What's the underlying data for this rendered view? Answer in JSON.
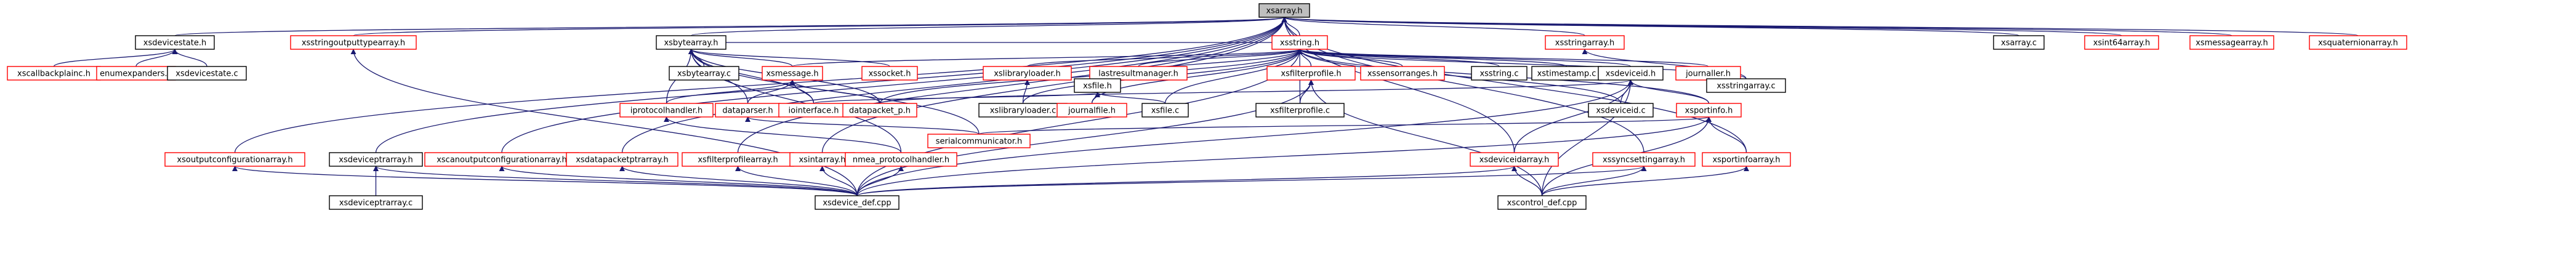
{
  "graph": {
    "nodes": [
      {
        "id": "xsarray_h",
        "label": "xsarray.h",
        "style": "root"
      },
      {
        "id": "xsdevicestate_h",
        "label": "xsdevicestate.h",
        "style": "normal"
      },
      {
        "id": "xsstringoutputtypearray_h",
        "label": "xsstringoutputtypearray.h",
        "style": "missing"
      },
      {
        "id": "xsbytearray_h",
        "label": "xsbytearray.h",
        "style": "normal"
      },
      {
        "id": "xsstring_h",
        "label": "xsstring.h",
        "style": "missing"
      },
      {
        "id": "xsstringarray_h",
        "label": "xsstringarray.h",
        "style": "missing"
      },
      {
        "id": "xsarray_c",
        "label": "xsarray.c",
        "style": "normal"
      },
      {
        "id": "xsint64array_h",
        "label": "xsint64array.h",
        "style": "missing"
      },
      {
        "id": "xsmessagearray_h",
        "label": "xsmessagearray.h",
        "style": "missing"
      },
      {
        "id": "xsquaternionarray_h",
        "label": "xsquaternionarray.h",
        "style": "missing"
      },
      {
        "id": "xscallbackplainc_h",
        "label": "xscallbackplainc.h",
        "style": "missing"
      },
      {
        "id": "enumexpanders_h",
        "label": "enumexpanders.h",
        "style": "missing"
      },
      {
        "id": "xsdevicestate_c",
        "label": "xsdevicestate.c",
        "style": "normal"
      },
      {
        "id": "xsbytearray_c",
        "label": "xsbytearray.c",
        "style": "normal"
      },
      {
        "id": "xsmessage_h",
        "label": "xsmessage.h",
        "style": "missing"
      },
      {
        "id": "xssocket_h",
        "label": "xssocket.h",
        "style": "missing"
      },
      {
        "id": "xslibraryloader_h",
        "label": "xslibraryloader.h",
        "style": "missing"
      },
      {
        "id": "lastresultmanager_h",
        "label": "lastresultmanager.h",
        "style": "missing"
      },
      {
        "id": "xsfile_h",
        "label": "xsfile.h",
        "style": "normal"
      },
      {
        "id": "xsfilterprofile_h",
        "label": "xsfilterprofile.h",
        "style": "missing"
      },
      {
        "id": "xssensorranges_h",
        "label": "xssensorranges.h",
        "style": "missing"
      },
      {
        "id": "xsstring_c",
        "label": "xsstring.c",
        "style": "normal"
      },
      {
        "id": "xstimestamp_c",
        "label": "xstimestamp.c",
        "style": "normal"
      },
      {
        "id": "xsdeviceid_h",
        "label": "xsdeviceid.h",
        "style": "normal"
      },
      {
        "id": "journaller_h",
        "label": "journaller.h",
        "style": "missing"
      },
      {
        "id": "xsstringarray_c",
        "label": "xsstringarray.c",
        "style": "normal"
      },
      {
        "id": "iprotocolhandler_h",
        "label": "iprotocolhandler.h",
        "style": "missing"
      },
      {
        "id": "dataparser_h",
        "label": "dataparser.h",
        "style": "missing"
      },
      {
        "id": "iointerface_h",
        "label": "iointerface.h",
        "style": "missing"
      },
      {
        "id": "datapacket_p_h",
        "label": "datapacket_p.h",
        "style": "missing"
      },
      {
        "id": "xslibraryloader_c",
        "label": "xslibraryloader.c",
        "style": "normal"
      },
      {
        "id": "journalfile_h",
        "label": "journalfile.h",
        "style": "missing"
      },
      {
        "id": "xsfile_c",
        "label": "xsfile.c",
        "style": "normal"
      },
      {
        "id": "xsfilterprofile_c",
        "label": "xsfilterprofile.c",
        "style": "normal"
      },
      {
        "id": "xsdeviceid_c",
        "label": "xsdeviceid.c",
        "style": "normal"
      },
      {
        "id": "xsportinfo_h",
        "label": "xsportinfo.h",
        "style": "missing"
      },
      {
        "id": "xsoutputconfigurationarray_h",
        "label": "xsoutputconfigurationarray.h",
        "style": "missing"
      },
      {
        "id": "xsdeviceptrarray_h",
        "label": "xsdeviceptrarray.h",
        "style": "normal"
      },
      {
        "id": "xscanoutputconfigurationarray_h",
        "label": "xscanoutputconfigurationarray.h",
        "style": "missing"
      },
      {
        "id": "xsdatapacketptrarray_h",
        "label": "xsdatapacketptrarray.h",
        "style": "missing"
      },
      {
        "id": "xsfilterprofilearray_h",
        "label": "xsfilterprofilearray.h",
        "style": "missing"
      },
      {
        "id": "xsintarray_h",
        "label": "xsintarray.h",
        "style": "missing"
      },
      {
        "id": "nmea_protocolhandler_h",
        "label": "nmea_protocolhandler.h",
        "style": "missing"
      },
      {
        "id": "serialcommunicator_h",
        "label": "serialcommunicator.h",
        "style": "missing"
      },
      {
        "id": "xsdeviceidarray_h",
        "label": "xsdeviceidarray.h",
        "style": "missing"
      },
      {
        "id": "xssyncsettingarray_h",
        "label": "xssyncsettingarray.h",
        "style": "missing"
      },
      {
        "id": "xsportinfoarray_h",
        "label": "xsportinfoarray.h",
        "style": "missing"
      },
      {
        "id": "xsdeviceptrarray_c",
        "label": "xsdeviceptrarray.c",
        "style": "normal"
      },
      {
        "id": "xsdevice_def_cpp",
        "label": "xsdevice_def.cpp",
        "style": "normal"
      },
      {
        "id": "xscontrol_def_cpp",
        "label": "xscontrol_def.cpp",
        "style": "normal"
      }
    ],
    "edges": [
      [
        "xsdevicestate_h",
        "xsarray_h"
      ],
      [
        "xsstringoutputtypearray_h",
        "xsarray_h"
      ],
      [
        "xsbytearray_h",
        "xsarray_h"
      ],
      [
        "xsstring_h",
        "xsarray_h"
      ],
      [
        "xsstringarray_h",
        "xsarray_h"
      ],
      [
        "xsarray_c",
        "xsarray_h"
      ],
      [
        "xsint64array_h",
        "xsarray_h"
      ],
      [
        "xsmessagearray_h",
        "xsarray_h"
      ],
      [
        "xsquaternionarray_h",
        "xsarray_h"
      ],
      [
        "xsoutputconfigurationarray_h",
        "xsarray_h"
      ],
      [
        "xsdeviceptrarray_h",
        "xsarray_h"
      ],
      [
        "xscanoutputconfigurationarray_h",
        "xsarray_h"
      ],
      [
        "xsdatapacketptrarray_h",
        "xsarray_h"
      ],
      [
        "xsfilterprofilearray_h",
        "xsarray_h"
      ],
      [
        "xsintarray_h",
        "xsarray_h"
      ],
      [
        "xsdeviceidarray_h",
        "xsarray_h"
      ],
      [
        "xssyncsettingarray_h",
        "xsarray_h"
      ],
      [
        "xsportinfoarray_h",
        "xsarray_h"
      ],
      [
        "xscallbackplainc_h",
        "xsdevicestate_h"
      ],
      [
        "enumexpanders_h",
        "xsdevicestate_h"
      ],
      [
        "xsdevicestate_c",
        "xsdevicestate_h"
      ],
      [
        "xsdevice_def_cpp",
        "xsstringoutputtypearray_h"
      ],
      [
        "xsbytearray_c",
        "xsbytearray_h"
      ],
      [
        "xsmessage_h",
        "xsbytearray_h"
      ],
      [
        "xssocket_h",
        "xsbytearray_h"
      ],
      [
        "iprotocolhandler_h",
        "xsbytearray_h"
      ],
      [
        "dataparser_h",
        "xsbytearray_h"
      ],
      [
        "iointerface_h",
        "xsbytearray_h"
      ],
      [
        "datapacket_p_h",
        "xsbytearray_h"
      ],
      [
        "nmea_protocolhandler_h",
        "xsbytearray_h"
      ],
      [
        "serialcommunicator_h",
        "xsbytearray_h"
      ],
      [
        "xsbytearray_h",
        "xsstring_h"
      ],
      [
        "xsmessage_h",
        "xsstring_h"
      ],
      [
        "xslibraryloader_h",
        "xsstring_h"
      ],
      [
        "lastresultmanager_h",
        "xsstring_h"
      ],
      [
        "xsfile_h",
        "xsstring_h"
      ],
      [
        "xsfilterprofile_h",
        "xsstring_h"
      ],
      [
        "xssensorranges_h",
        "xsstring_h"
      ],
      [
        "xsstring_c",
        "xsstring_h"
      ],
      [
        "xstimestamp_c",
        "xsstring_h"
      ],
      [
        "xsdeviceid_h",
        "xsstring_h"
      ],
      [
        "journaller_h",
        "xsstring_h"
      ],
      [
        "xsstringarray_c",
        "xsstring_h"
      ],
      [
        "xsportinfo_h",
        "xsstring_h"
      ],
      [
        "journalfile_h",
        "xsstring_h"
      ],
      [
        "xslibraryloader_c",
        "xsstring_h"
      ],
      [
        "xsfile_c",
        "xsstring_h"
      ],
      [
        "xsfilterprofile_c",
        "xsstring_h"
      ],
      [
        "xsdeviceid_c",
        "xsstring_h"
      ],
      [
        "datapacket_p_h",
        "xsstring_h"
      ],
      [
        "xsdevice_def_cpp",
        "xsstring_h"
      ],
      [
        "xsstringarray_c",
        "xsstringarray_h"
      ],
      [
        "iprotocolhandler_h",
        "xsmessage_h"
      ],
      [
        "dataparser_h",
        "xsmessage_h"
      ],
      [
        "iointerface_h",
        "xsmessage_h"
      ],
      [
        "datapacket_p_h",
        "xsmessage_h"
      ],
      [
        "xslibraryloader_c",
        "xslibraryloader_h"
      ],
      [
        "journalfile_h",
        "xsfile_h"
      ],
      [
        "xsfile_c",
        "xsfile_h"
      ],
      [
        "iointerface_h",
        "xsfile_h"
      ],
      [
        "xsfilterprofile_c",
        "xsfilterprofile_h"
      ],
      [
        "xsdevice_def_cpp",
        "xsfilterprofile_h"
      ],
      [
        "xscontrol_def_cpp",
        "xsfilterprofile_h"
      ],
      [
        "xsdeviceid_c",
        "xsdeviceid_h"
      ],
      [
        "xsportinfo_h",
        "xsdeviceid_h"
      ],
      [
        "datapacket_p_h",
        "xsdeviceid_h"
      ],
      [
        "xsdeviceidarray_h",
        "xsdeviceid_h"
      ],
      [
        "xsdevice_def_cpp",
        "xsdeviceid_h"
      ],
      [
        "xscontrol_def_cpp",
        "xsdeviceid_h"
      ],
      [
        "xsportinfoarray_h",
        "xsportinfo_h"
      ],
      [
        "serialcommunicator_h",
        "xsportinfo_h"
      ],
      [
        "xsdevice_def_cpp",
        "xsportinfo_h"
      ],
      [
        "xscontrol_def_cpp",
        "xsportinfo_h"
      ],
      [
        "nmea_protocolhandler_h",
        "iprotocolhandler_h"
      ],
      [
        "serialcommunicator_h",
        "dataparser_h"
      ],
      [
        "xsdevice_def_cpp",
        "xsoutputconfigurationarray_h"
      ],
      [
        "xsdeviceptrarray_c",
        "xsdeviceptrarray_h"
      ],
      [
        "xsdevice_def_cpp",
        "xsdeviceptrarray_h"
      ],
      [
        "xsdevice_def_cpp",
        "xscanoutputconfigurationarray_h"
      ],
      [
        "xsdevice_def_cpp",
        "xsdatapacketptrarray_h"
      ],
      [
        "xsdevice_def_cpp",
        "xsfilterprofilearray_h"
      ],
      [
        "xsdevice_def_cpp",
        "xsintarray_h"
      ],
      [
        "xsdevice_def_cpp",
        "nmea_protocolhandler_h"
      ],
      [
        "xsdevice_def_cpp",
        "xsdeviceidarray_h"
      ],
      [
        "xscontrol_def_cpp",
        "xsdeviceidarray_h"
      ],
      [
        "xsdevice_def_cpp",
        "xssyncsettingarray_h"
      ],
      [
        "xscontrol_def_cpp",
        "xssyncsettingarray_h"
      ],
      [
        "xscontrol_def_cpp",
        "xsportinfoarray_h"
      ]
    ]
  },
  "colors": {
    "root_fill": "#bfbfbf",
    "node_fill": "#ffffff",
    "normal_border": "#000000",
    "missing_border": "#ff0000",
    "text": "#000000",
    "edge": "#191970"
  }
}
